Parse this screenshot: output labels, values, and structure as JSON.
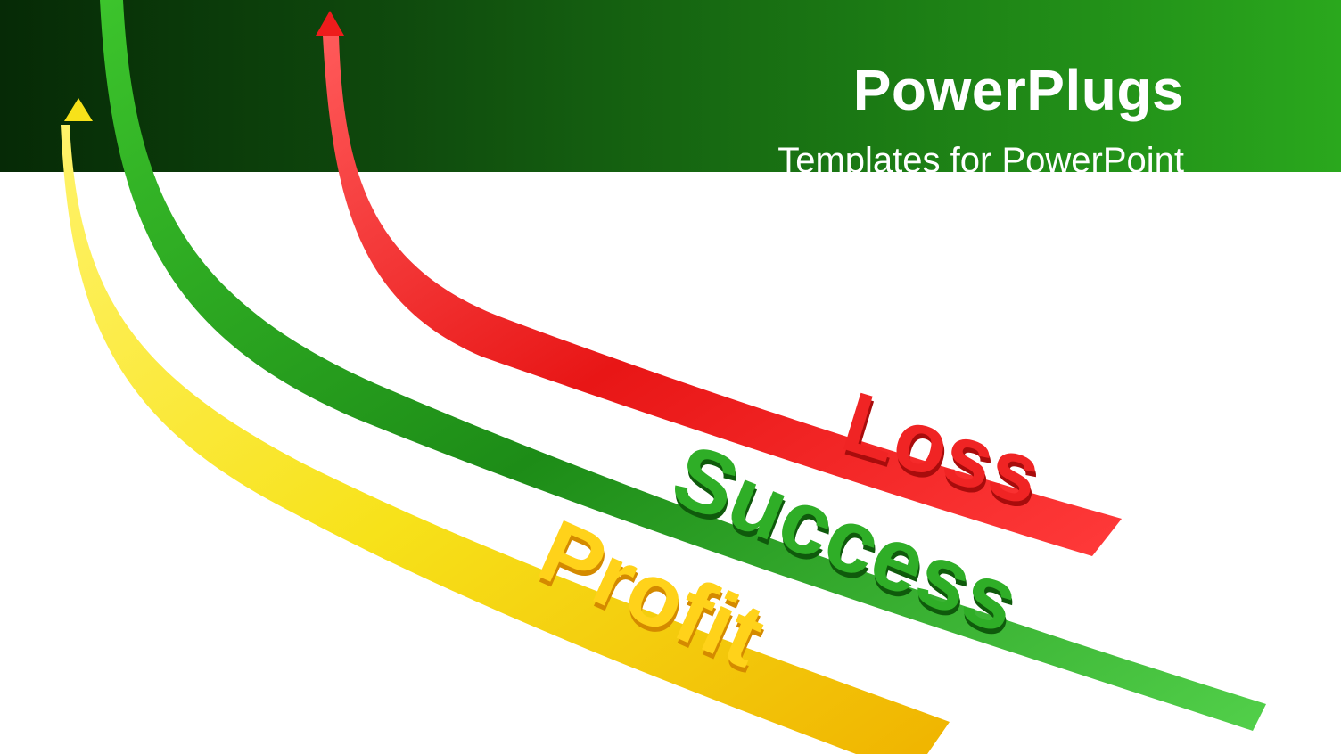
{
  "brand": {
    "title": "PowerPlugs",
    "subtitle": "Templates for PowerPoint"
  },
  "arrows": [
    {
      "label": "Profit",
      "color": "#f5e400"
    },
    {
      "label": "Success",
      "color": "#1f9a1a"
    },
    {
      "label": "Loss",
      "color": "#ee1c1c"
    }
  ],
  "colors": {
    "header_dark": "#062a06",
    "header_light": "#2aa81d",
    "background": "#ffffff"
  }
}
